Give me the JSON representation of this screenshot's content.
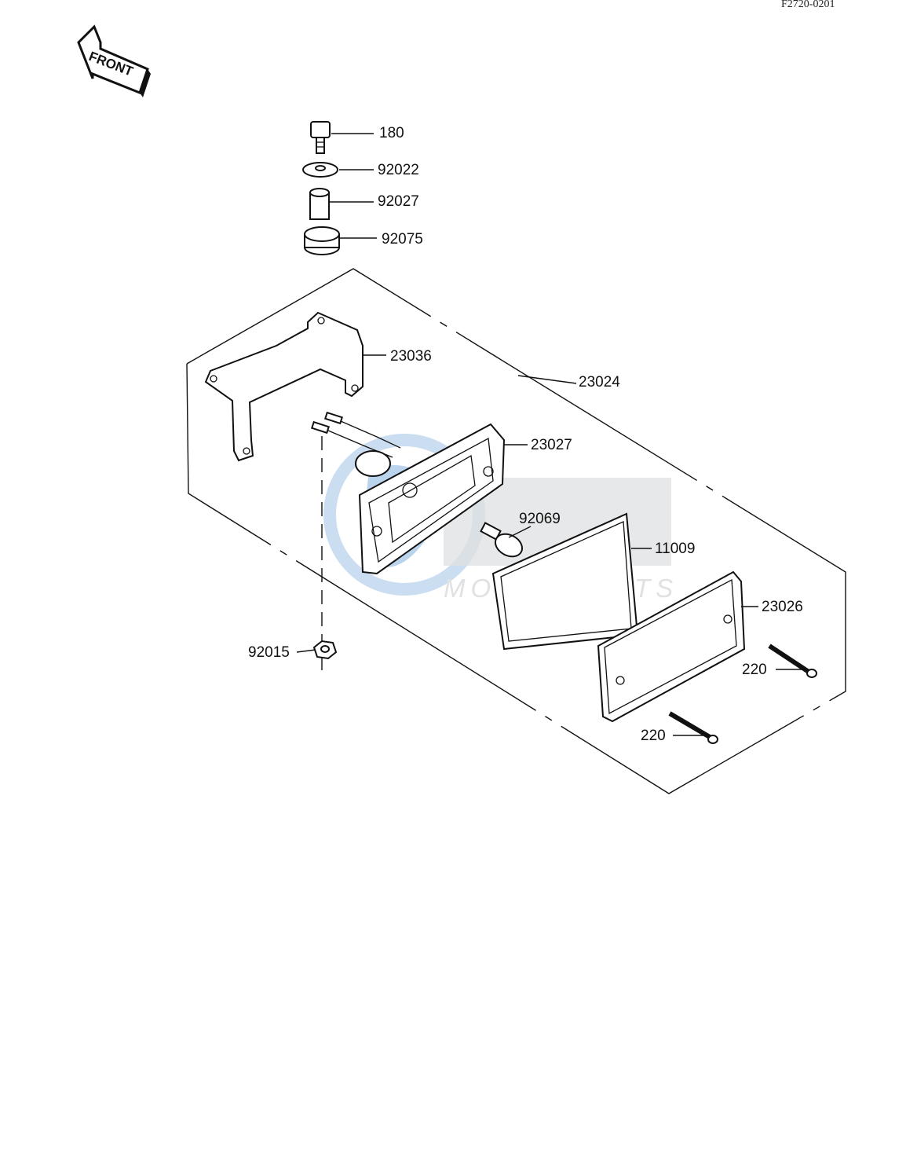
{
  "reference_code": "F2720-0201",
  "front_label": "FRONT",
  "watermark": {
    "logo": "GEM",
    "subtitle": "MOTORPARTS"
  },
  "parts": [
    {
      "number": "180"
    },
    {
      "number": "92022"
    },
    {
      "number": "92027"
    },
    {
      "number": "92075"
    },
    {
      "number": "23036"
    },
    {
      "number": "23024"
    },
    {
      "number": "23027"
    },
    {
      "number": "92069"
    },
    {
      "number": "11009"
    },
    {
      "number": "23026"
    },
    {
      "number": "220"
    },
    {
      "number": "220"
    },
    {
      "number": "92015"
    }
  ],
  "colors": {
    "line": "#111111",
    "watermark_blue": "#2f6fb3",
    "watermark_gray": "#c6c9cc"
  }
}
